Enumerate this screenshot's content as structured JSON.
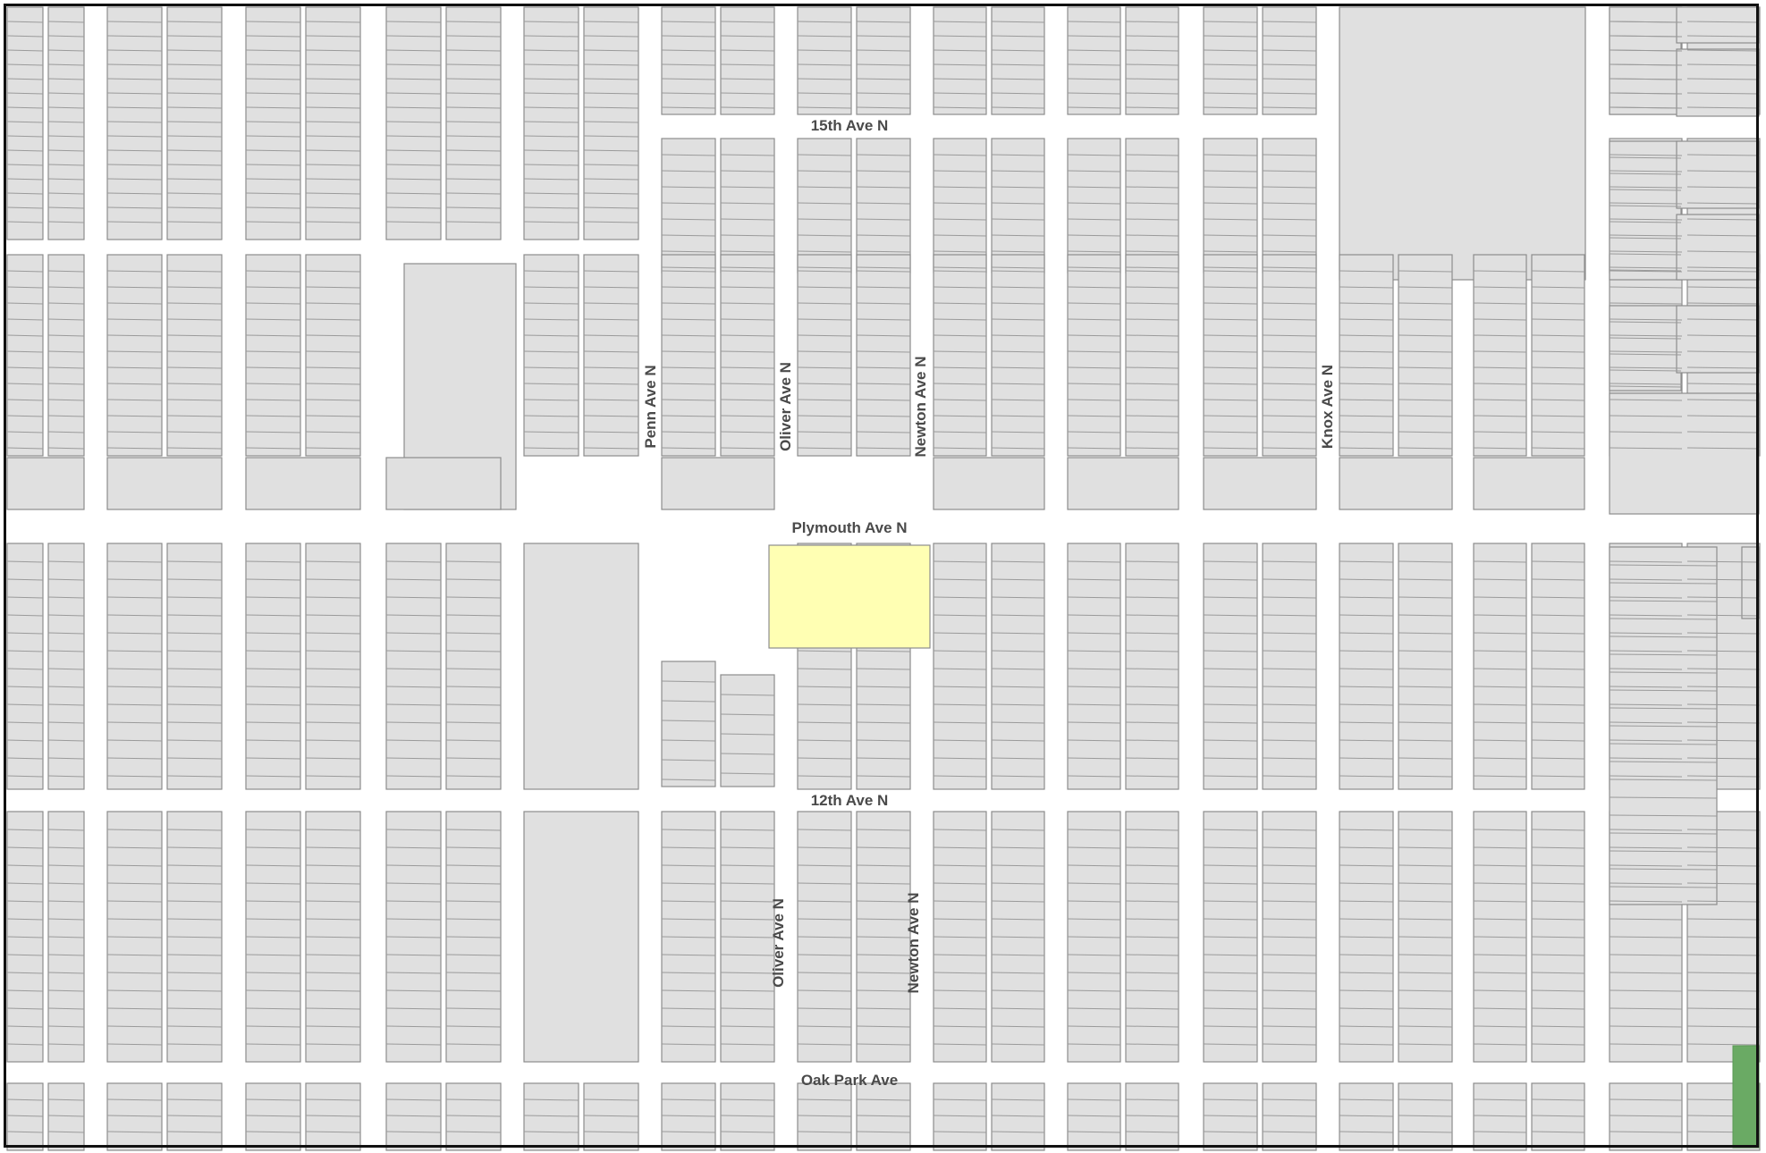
{
  "map": {
    "streets": {
      "ave_15th": "15th Ave N",
      "plymouth": "Plymouth Ave N",
      "ave_12th": "12th Ave N",
      "oak_park": "Oak Park Ave",
      "penn": "Penn Ave N",
      "oliver_north": "Oliver Ave N",
      "newton_north": "Newton Ave N",
      "knox": "Knox Ave N",
      "oliver_south": "Oliver Ave N",
      "newton_south": "Newton Ave N"
    },
    "colors": {
      "parcel_fill": "#e0e0e0",
      "parcel_stroke": "#8c8c8c",
      "highlight_fill": "#ffffb3",
      "park_fill": "#6aaa64",
      "background": "#ffffff",
      "label": "#4a4a4a"
    }
  }
}
